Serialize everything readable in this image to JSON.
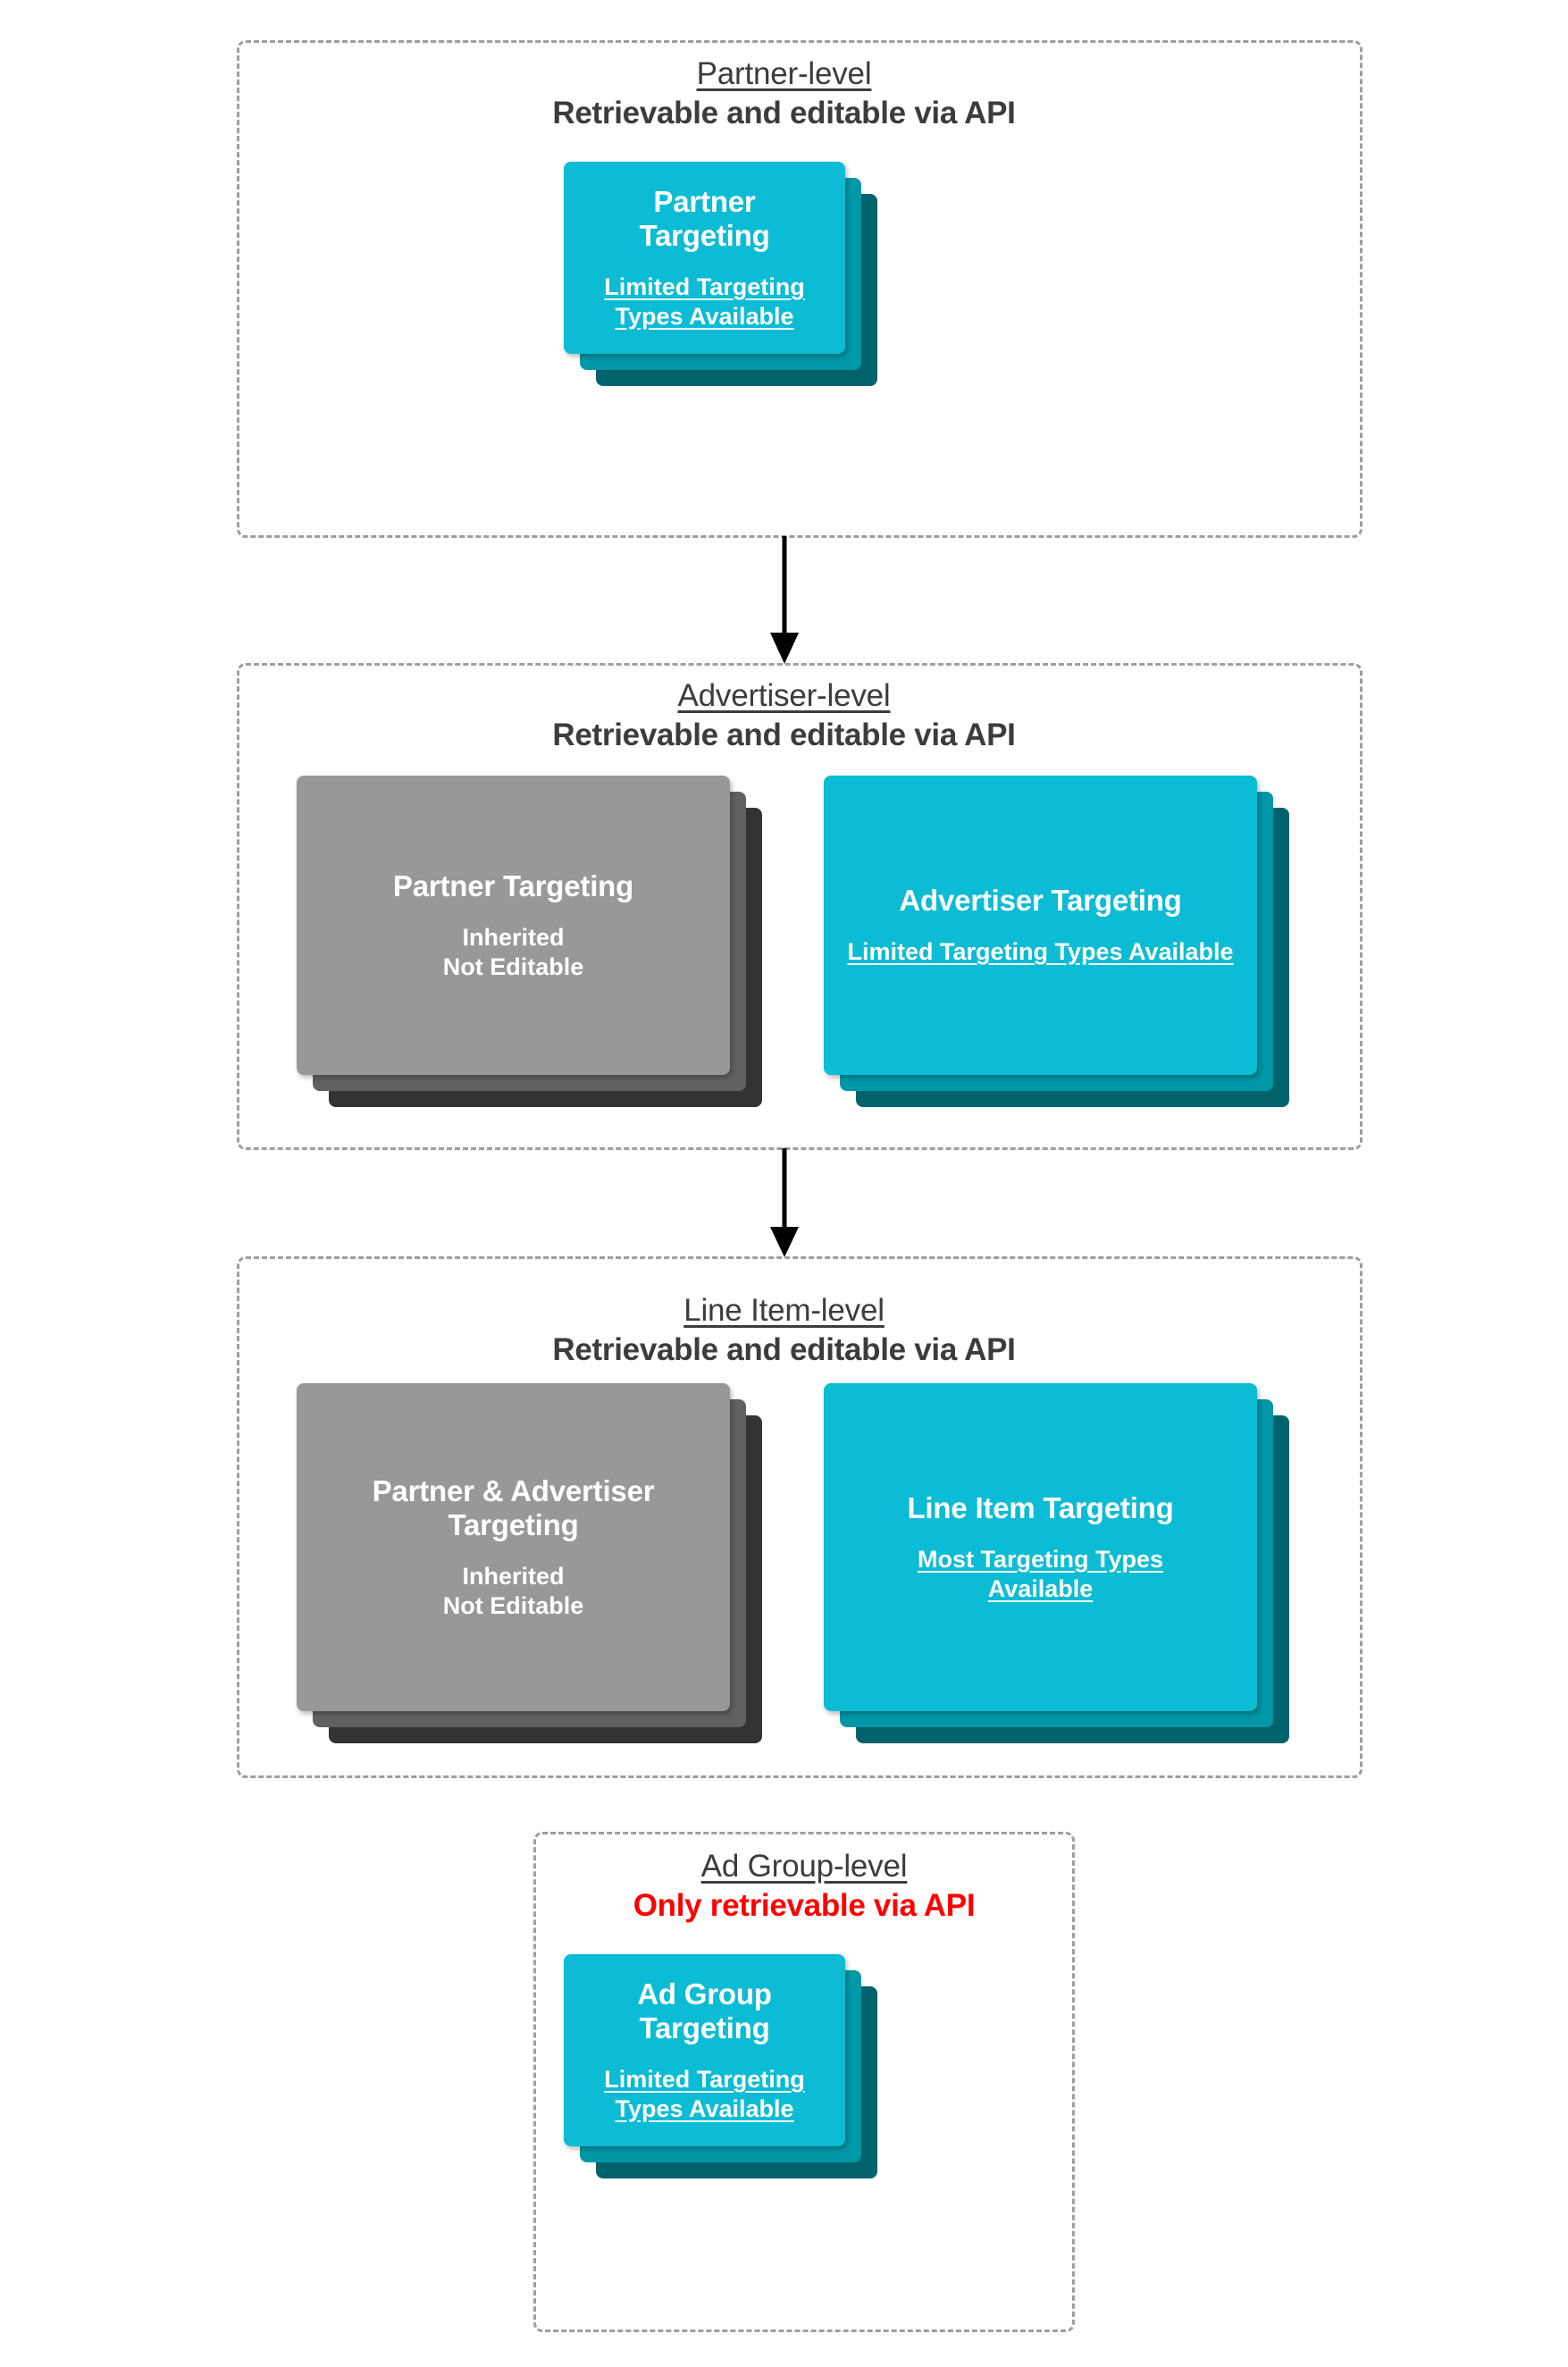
{
  "diagram": {
    "title_semantic": "targeting-inheritance-hierarchy",
    "colors": {
      "cyan_front": "#0bbcd4",
      "cyan_mid": "#0097a7",
      "cyan_back": "#00636b",
      "gray_front": "#989898",
      "gray_mid": "#616161",
      "gray_back": "#333333",
      "heading_text": "#3c3c3c",
      "alert_text": "#ff0000",
      "dashed_border": "#9e9e9e",
      "arrow": "#000000"
    },
    "levels": [
      {
        "id": "partner-level",
        "heading_line1": "Partner-level",
        "heading_line2": "Retrievable and editable via API",
        "heading_alert": false,
        "cards": [
          {
            "id": "partner-targeting",
            "variant": "cyan",
            "title": "Partner Targeting",
            "subtitle": "Limited Targeting Types Available",
            "subtitle_underlined": true
          }
        ]
      },
      {
        "id": "advertiser-level",
        "heading_line1": "Advertiser-level",
        "heading_line2": "Retrievable and editable via API",
        "heading_alert": false,
        "cards": [
          {
            "id": "inherited-partner-targeting",
            "variant": "gray",
            "title": "Partner Targeting",
            "subtitle": "Inherited\nNot Editable",
            "subtitle_underlined": false
          },
          {
            "id": "advertiser-targeting",
            "variant": "cyan",
            "title": "Advertiser Targeting",
            "subtitle": "Limited Targeting Types Available",
            "subtitle_underlined": true
          }
        ]
      },
      {
        "id": "line-item-level",
        "heading_line1": "Line Item-level",
        "heading_line2": "Retrievable and editable via API",
        "heading_alert": false,
        "cards": [
          {
            "id": "inherited-partner-advertiser-targeting",
            "variant": "gray",
            "title": "Partner & Advertiser Targeting",
            "subtitle": "Inherited\nNot Editable",
            "subtitle_underlined": false
          },
          {
            "id": "line-item-targeting",
            "variant": "cyan",
            "title": "Line Item Targeting",
            "subtitle": "Most Targeting Types Available",
            "subtitle_underlined": true
          }
        ]
      },
      {
        "id": "ad-group-level",
        "heading_line1": "Ad Group-level",
        "heading_line2": "Only retrievable via API",
        "heading_alert": true,
        "cards": [
          {
            "id": "ad-group-targeting",
            "variant": "cyan",
            "title": "Ad Group Targeting",
            "subtitle": "Limited Targeting Types Available",
            "subtitle_underlined": true
          }
        ]
      }
    ],
    "connectors": [
      {
        "id": "arrow-partner-to-advertiser",
        "from": "partner-level",
        "to": "advertiser-level"
      },
      {
        "id": "arrow-advertiser-to-line-item",
        "from": "advertiser-level",
        "to": "line-item-level"
      }
    ]
  }
}
